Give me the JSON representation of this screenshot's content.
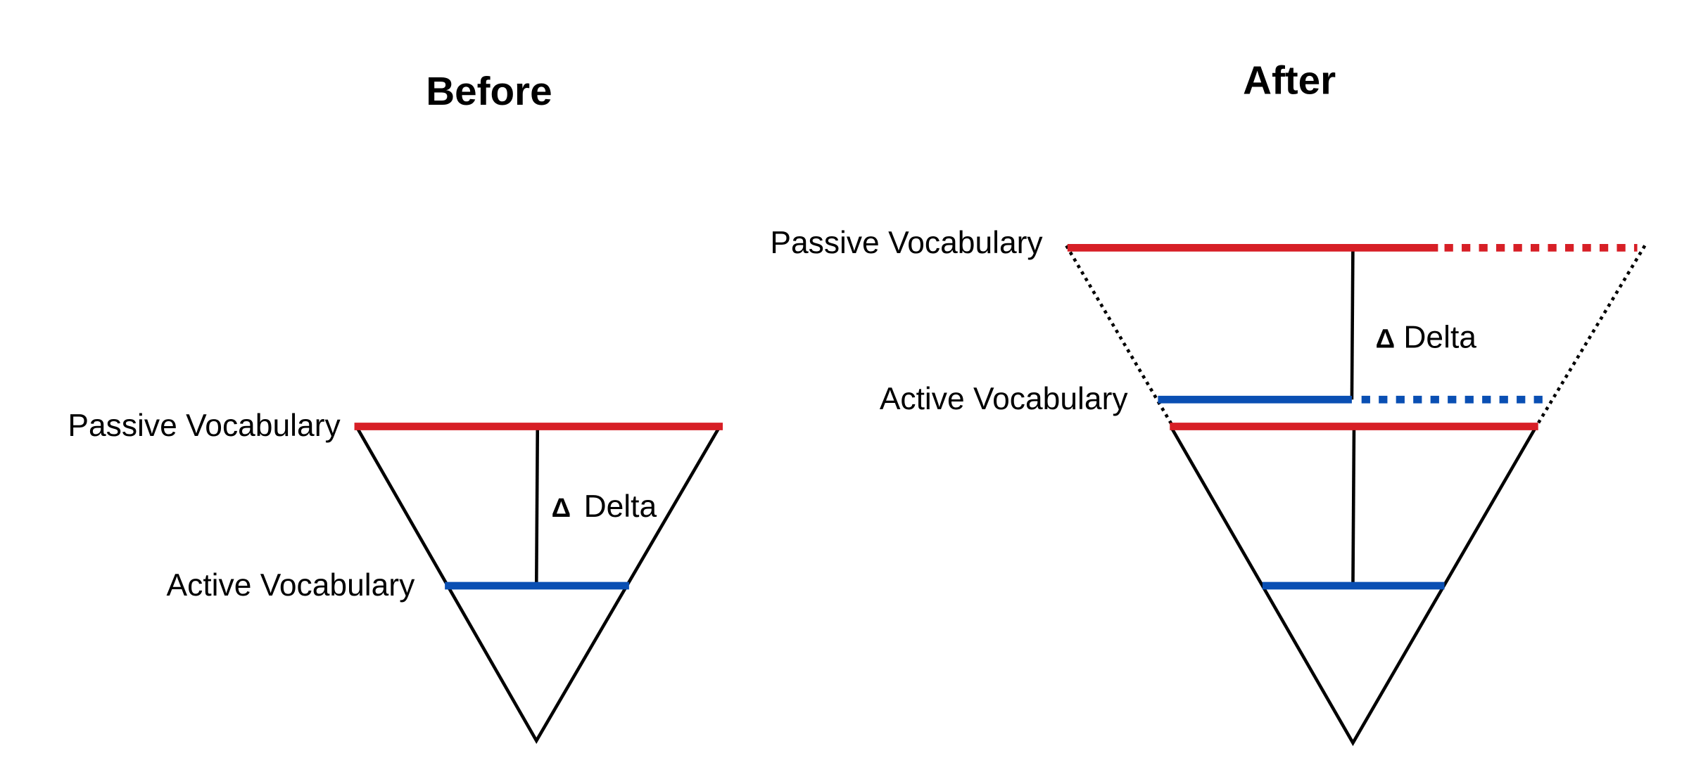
{
  "before": {
    "title": "Before",
    "passive_label": "Passive Vocabulary",
    "active_label": "Active Vocabulary",
    "delta_label": "Delta",
    "delta_symbol": "Δ"
  },
  "after": {
    "title": "After",
    "passive_label": "Passive Vocabulary",
    "active_label": "Active Vocabulary",
    "delta_label": "Delta",
    "delta_symbol": "Δ"
  },
  "colors": {
    "passive": "#d71f26",
    "active": "#0a4fb3",
    "outline": "#000000"
  }
}
